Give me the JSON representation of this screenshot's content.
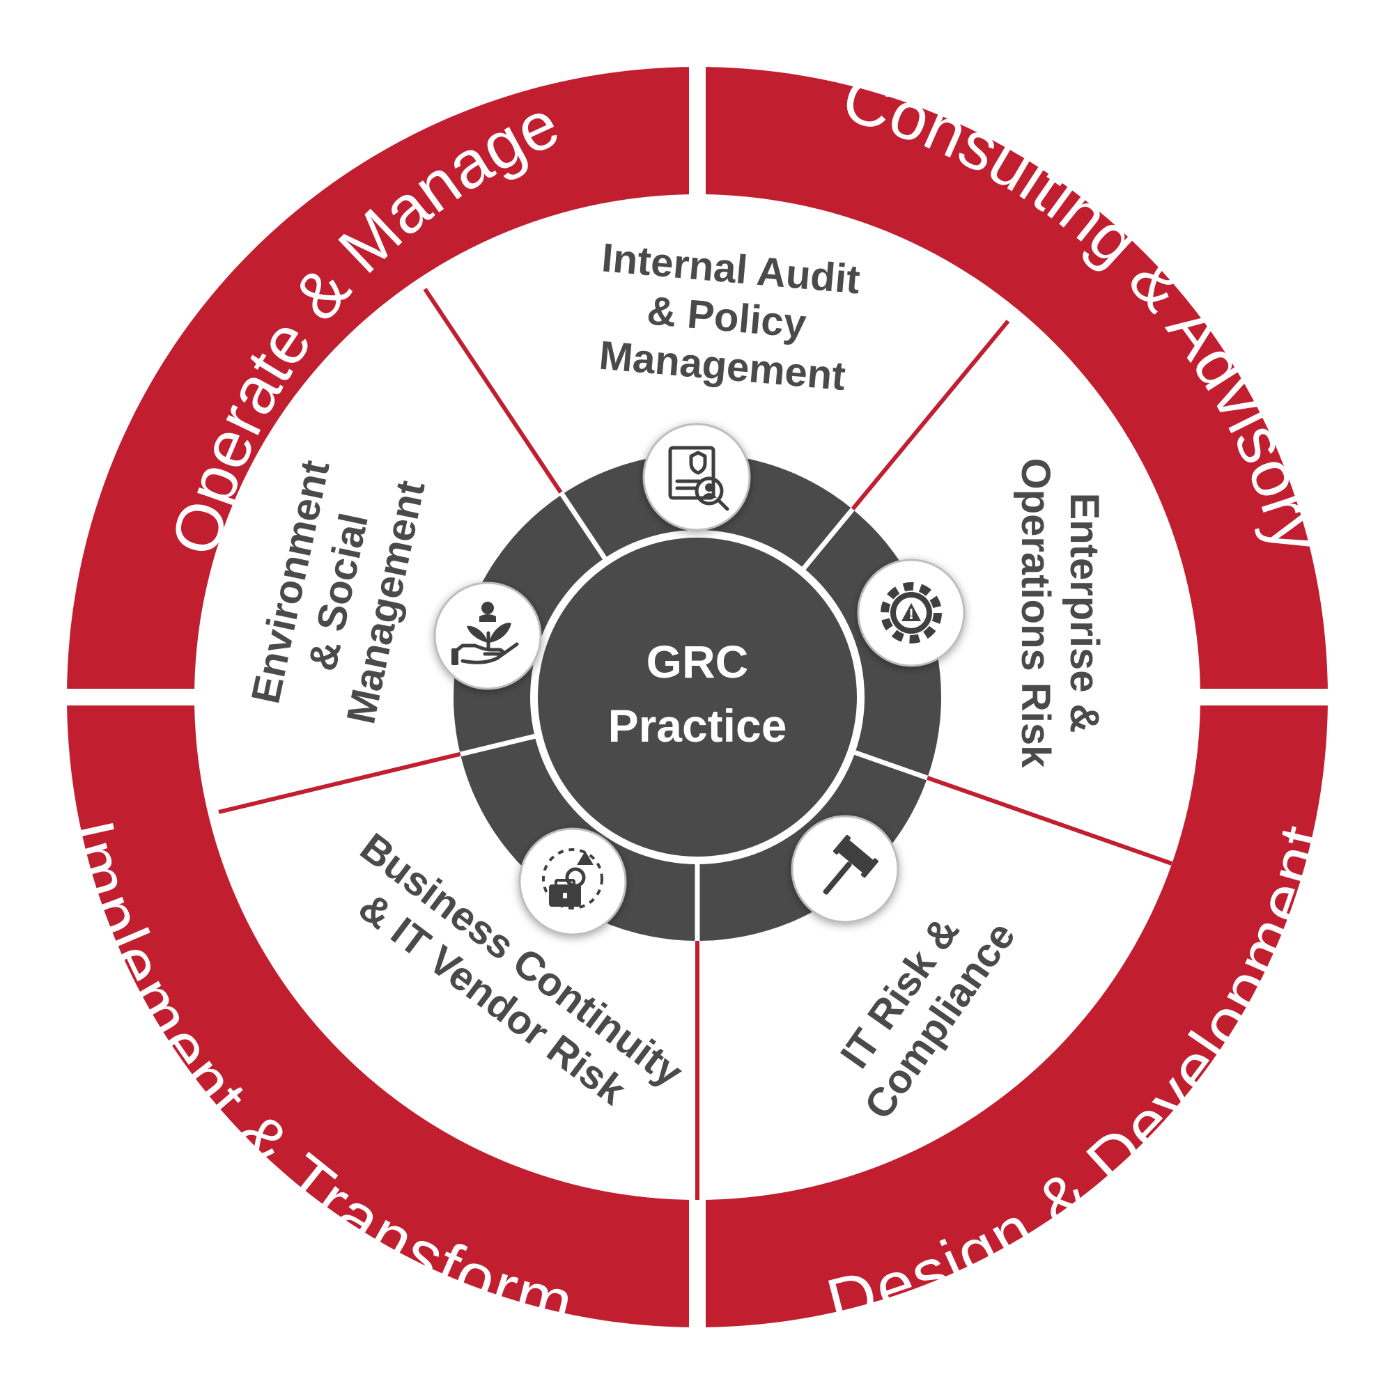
{
  "title": "",
  "colors": {
    "accent_red": "#c11e30",
    "hub_dark": "#4a4a4a",
    "segment_bg": "#ffffff",
    "segment_text": "#4a4a4a",
    "outer_text": "#ffffff"
  },
  "center": {
    "line1": "GRC",
    "line2": "Practice"
  },
  "outer_ring": [
    {
      "label": "Operate & Manage"
    },
    {
      "label": "Consulting & Advisory"
    },
    {
      "label": "Design & Development"
    },
    {
      "label": "Implement & Transform"
    }
  ],
  "segments": [
    {
      "lines": [
        "Internal Audit",
        "& Policy",
        "Management"
      ],
      "icon": "audit-document-magnifier-icon"
    },
    {
      "lines": [
        "Enterprise &",
        "Operations Risk"
      ],
      "icon": "gear-warning-icon"
    },
    {
      "lines": [
        "IT Risk &",
        "Compliance"
      ],
      "icon": "gavel-icon"
    },
    {
      "lines": [
        "Business Continuity",
        "& IT Vendor Risk"
      ],
      "icon": "continuity-toolbox-icon"
    },
    {
      "lines": [
        "Environment",
        "& Social",
        "Management"
      ],
      "icon": "plant-hand-icon"
    }
  ]
}
